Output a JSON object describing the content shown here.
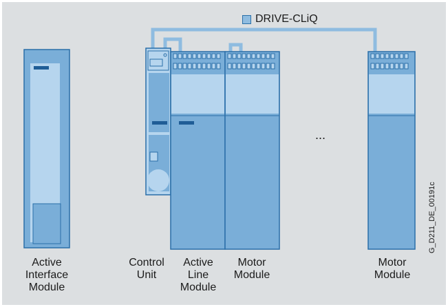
{
  "legend": {
    "label": "DRIVE-CLiQ",
    "color": "#8fbce0"
  },
  "ellipsis": "...",
  "doc_id": "G_D211_DE_00191c",
  "labels": {
    "active_interface_module": "Active\nInterface\nModule",
    "control_unit": "Control\nUnit",
    "active_line_module": "Active\nLine\nModule",
    "motor_module_1": "Motor\nModule",
    "motor_module_2": "Motor\nModule"
  },
  "colors": {
    "background": "#dcdfe1",
    "module_dark": "#7aaed8",
    "module_light": "#b6d5ee",
    "outline": "#2a6fa8",
    "indicator": "#1f5d96"
  }
}
